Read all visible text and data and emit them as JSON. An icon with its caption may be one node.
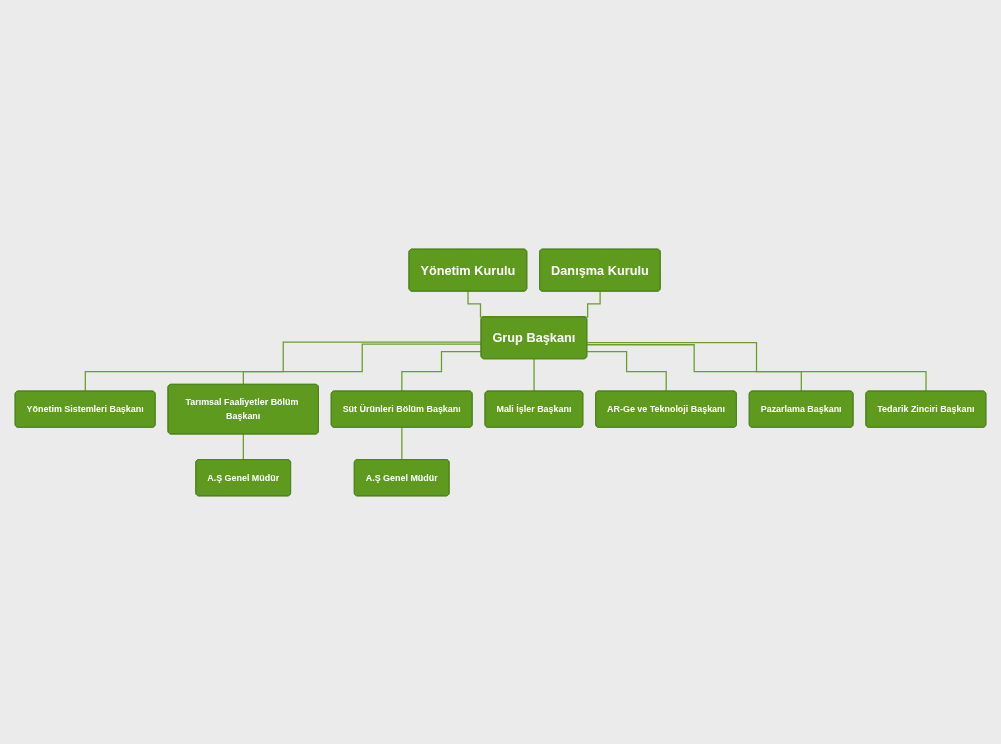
{
  "diagram": {
    "nodes": [
      {
        "text": [
          "Yönetim Kurulu"
        ]
      },
      {
        "text": [
          "Danışma Kurulu"
        ]
      },
      {
        "text": [
          "Grup Başkanı"
        ]
      },
      {
        "text": [
          "Yönetim Sistemleri Başkanı"
        ]
      },
      {
        "text": [
          "Tarımsal Faaliyetler Bölüm Başkanı"
        ]
      },
      {
        "text": [
          "Süt Ürünleri Bölüm Başkanı"
        ]
      },
      {
        "text": [
          "Mali İşler Başkanı"
        ]
      },
      {
        "text": [
          "A.Ş Genel Müdür"
        ]
      },
      {
        "text": [
          "A.Ş Genel Müdür"
        ]
      },
      {
        "text": [
          "AR-Ge ve Teknoloji Başkanı"
        ]
      },
      {
        "text": [
          "Pazarlama Başkanı"
        ]
      },
      {
        "text": [
          "Tedarik Zinciri Başkanı"
        ]
      }
    ],
    "edges": [
      {
        "from": 0,
        "to": 2,
        "arrow": "none"
      },
      {
        "from": 1,
        "to": 2,
        "arrow": "none"
      },
      {
        "from": 2,
        "to": 3,
        "arrow": "none"
      },
      {
        "from": 2,
        "to": 4,
        "arrow": "none"
      },
      {
        "from": 2,
        "to": 5,
        "arrow": "none"
      },
      {
        "from": 2,
        "to": 6,
        "arrow": "none"
      },
      {
        "from": 2,
        "to": 9,
        "arrow": "none"
      },
      {
        "from": 2,
        "to": 10,
        "arrow": "none"
      },
      {
        "from": 2,
        "to": 11,
        "arrow": "none"
      },
      {
        "from": 4,
        "to": 7,
        "arrow": "none"
      },
      {
        "from": 5,
        "to": 8,
        "arrow": "none"
      }
    ]
  }
}
